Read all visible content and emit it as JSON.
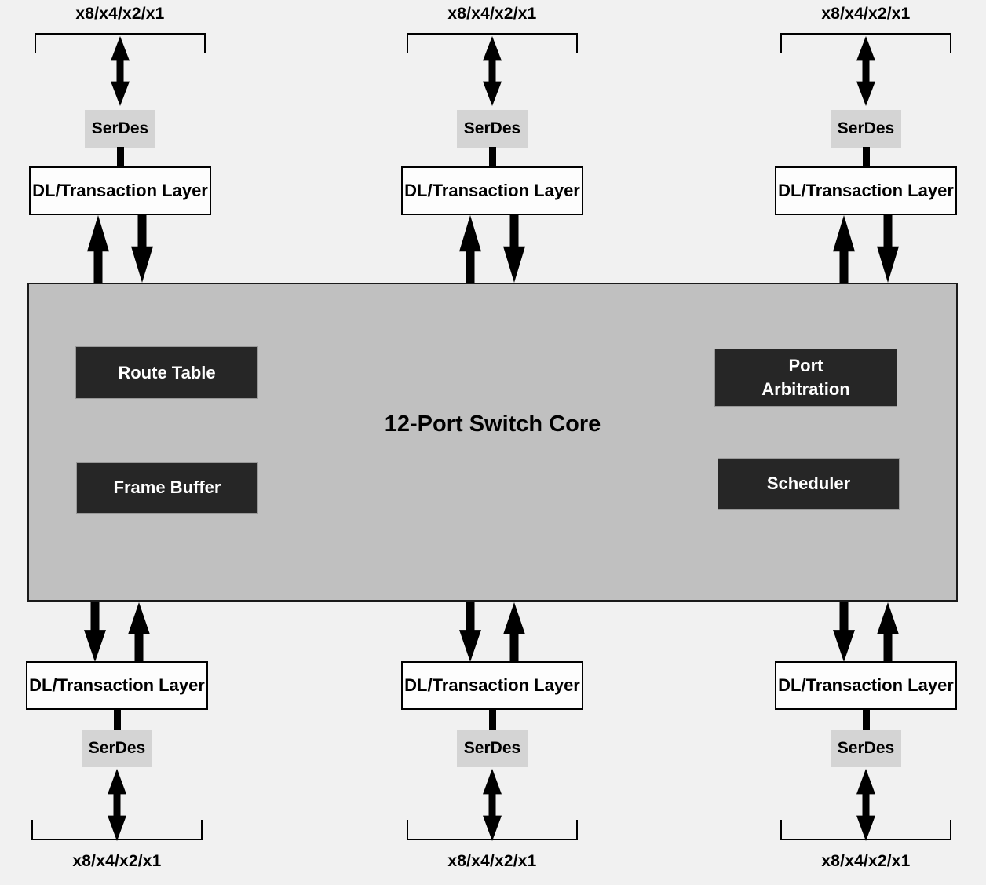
{
  "core": {
    "title": "12-Port Switch Core",
    "route_table": "Route Table",
    "frame_buffer": "Frame Buffer",
    "port_arbitration": "Port\nArbitration",
    "scheduler": "Scheduler"
  },
  "port_group": {
    "lane_label": "x8/x4/x2/x1",
    "serdes": "SerDes",
    "dl_layer": "DL/Transaction Layer"
  },
  "colors": {
    "background": "#f1f1f1",
    "core_fill": "#c0c0c0",
    "core_border": "#1a1a1a",
    "serdes_fill": "#d4d4d4",
    "dl_fill": "#fdfdfd",
    "block_fill": "#262626",
    "block_text": "#ffffff",
    "line": "#000000"
  }
}
